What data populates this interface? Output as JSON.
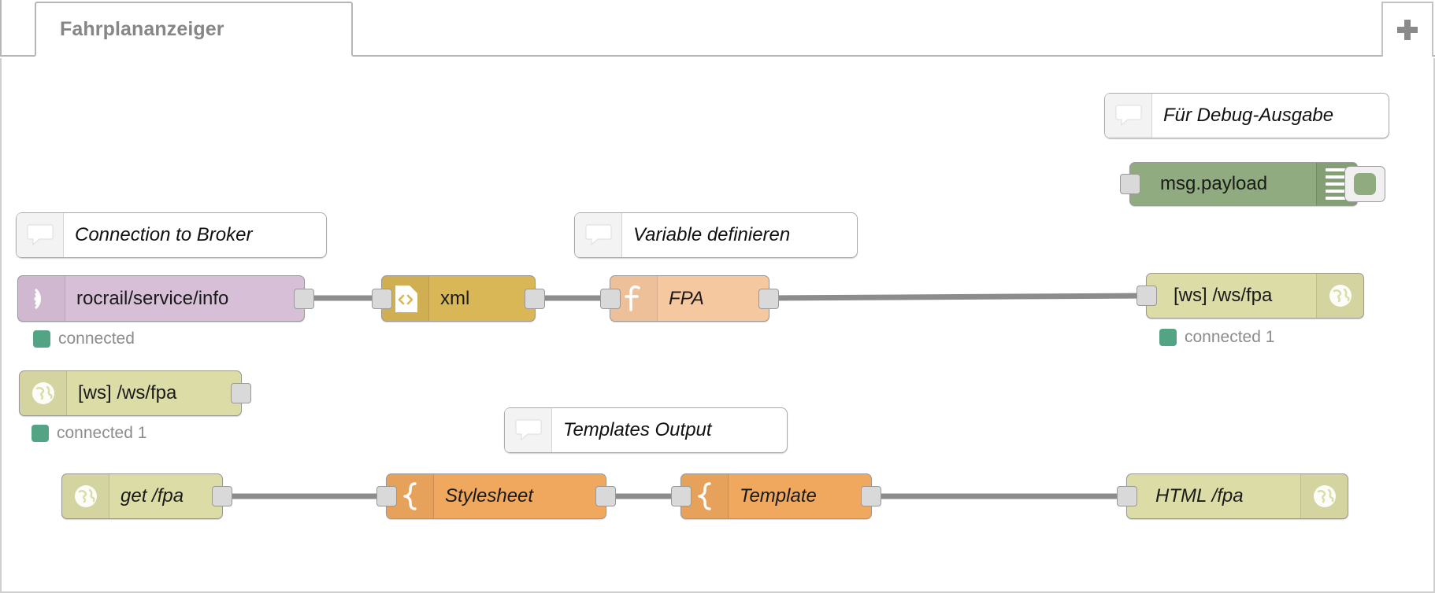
{
  "window": {
    "add_tab_label": "+"
  },
  "tabs": [
    {
      "label": "Fahrplananzeiger",
      "active": true
    }
  ],
  "flow": {
    "comments": [
      {
        "id": "comment-debug",
        "label": "Für Debug-Ausgabe",
        "icon": "comment-icon"
      },
      {
        "id": "comment-broker",
        "label": "Connection to Broker",
        "icon": "comment-icon"
      },
      {
        "id": "comment-variable",
        "label": "Variable definieren",
        "icon": "comment-icon"
      },
      {
        "id": "comment-templates",
        "label": "Templates Output",
        "icon": "comment-icon"
      }
    ],
    "nodes": [
      {
        "id": "debug-node",
        "label": "msg.payload",
        "type": "debug",
        "icon": "debug-lines-icon",
        "toggle_icon": "debug-toggle-icon",
        "color": "#8fab7f"
      },
      {
        "id": "mqtt-in-node",
        "label": "rocrail/service/info",
        "type": "mqtt in",
        "icon": "mqtt-signal-icon",
        "status": "connected",
        "status_color": "#53a385",
        "color": "#d8bfd8"
      },
      {
        "id": "xml-node",
        "label": "xml",
        "type": "xml",
        "icon": "code-document-icon",
        "color": "#d9b756"
      },
      {
        "id": "function-node",
        "label": "FPA",
        "type": "function",
        "icon": "function-f-icon",
        "color": "#f6c8a0"
      },
      {
        "id": "ws-out-node",
        "label": "[ws] /ws/fpa",
        "type": "websocket out",
        "icon": "globe-icon",
        "status": "connected 1",
        "status_color": "#53a385",
        "color": "#dbdca6"
      },
      {
        "id": "ws-in-node",
        "label": "[ws] /ws/fpa",
        "type": "websocket in",
        "icon": "globe-icon",
        "status": "connected 1",
        "status_color": "#53a385",
        "color": "#dbdca6"
      },
      {
        "id": "http-in-node",
        "label": "get /fpa",
        "type": "http in",
        "icon": "globe-icon",
        "color": "#dbdca6"
      },
      {
        "id": "stylesheet-node",
        "label": "Stylesheet",
        "type": "template",
        "icon": "brace-icon",
        "color": "#f0a85e"
      },
      {
        "id": "template-node",
        "label": "Template",
        "type": "template",
        "icon": "brace-icon",
        "color": "#f0a85e"
      },
      {
        "id": "http-response-node",
        "label": "HTML /fpa",
        "type": "http response",
        "icon": "globe-icon",
        "color": "#dbdca6"
      }
    ],
    "wire_color": "#8c8c8c"
  }
}
